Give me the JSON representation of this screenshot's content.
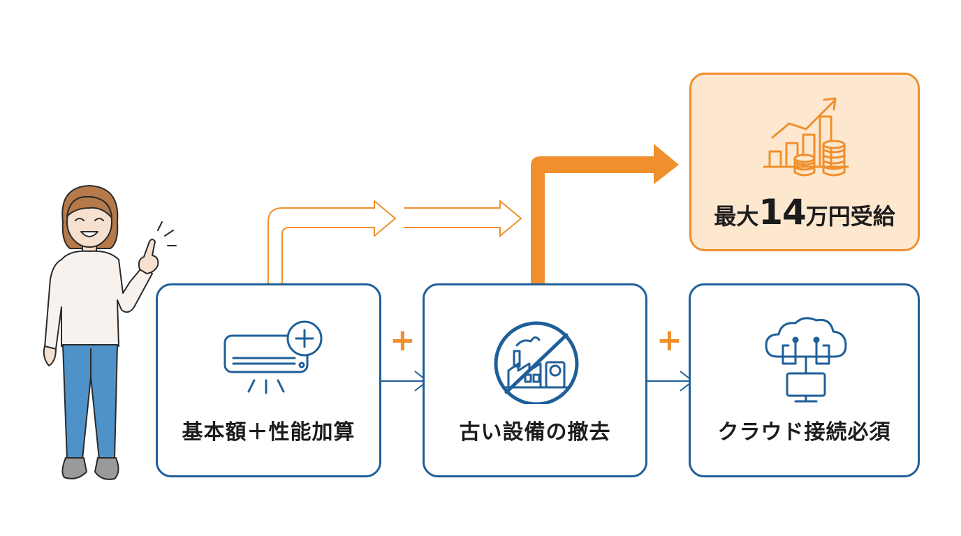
{
  "steps": [
    {
      "label": "基本額＋性能加算",
      "icon": "air-conditioner-plus-icon"
    },
    {
      "label": "古い設備の撤去",
      "icon": "no-old-equipment-icon"
    },
    {
      "label": "クラウド接続必須",
      "icon": "cloud-network-icon"
    }
  ],
  "connector_symbol": "+",
  "result": {
    "prefix": "最大",
    "amount": "14",
    "suffix": "万円受給",
    "icon": "growth-chart-coins-icon"
  },
  "colors": {
    "primary_blue": "#1f5f99",
    "accent_orange": "#f08f2c",
    "result_fill": "#fde8cf"
  },
  "person_icon": "woman-pointing-icon"
}
